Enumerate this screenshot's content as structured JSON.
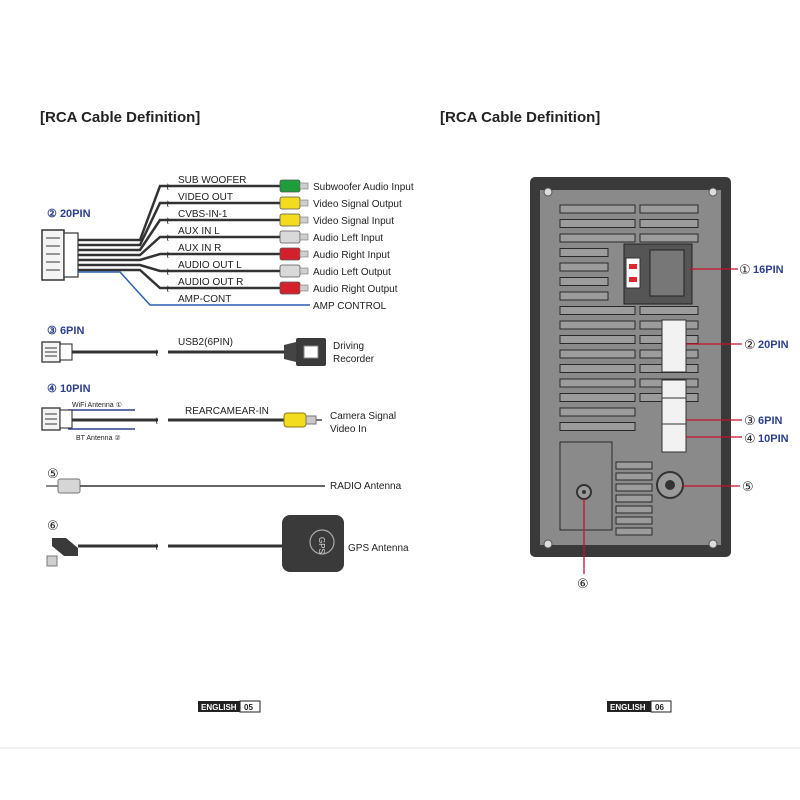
{
  "left_page": {
    "title": "[RCA Cable Definition]",
    "pin20": {
      "marker": "②",
      "label": "20PIN",
      "cables": [
        {
          "name": "SUB WOOFER",
          "desc": "Subwoofer Audio Input",
          "color": "#1e9e3a"
        },
        {
          "name": "VIDEO OUT",
          "desc": "Video Signal Output",
          "color": "#f2dc1d"
        },
        {
          "name": "CVBS-IN-1",
          "desc": "Video Signal Input",
          "color": "#f2dc1d"
        },
        {
          "name": "AUX IN L",
          "desc": "Audio Left Input",
          "color": "#d9d9d9"
        },
        {
          "name": "AUX IN R",
          "desc": "Audio Right Input",
          "color": "#d4202a"
        },
        {
          "name": "AUDIO OUT L",
          "desc": "Audio Left Output",
          "color": "#d9d9d9"
        },
        {
          "name": "AUDIO OUT R",
          "desc": "Audio  Right Output",
          "color": "#d4202a"
        }
      ],
      "amp": {
        "name": "AMP-CONT",
        "desc": "AMP CONTROL"
      }
    },
    "pin6": {
      "marker": "③",
      "label": "6PIN",
      "cable": "USB2(6PIN)",
      "desc_line1": "Driving",
      "desc_line2": "Recorder"
    },
    "pin10": {
      "marker": "④",
      "label": "10PIN",
      "wifi": "WiFi Antenna ①",
      "bt": "BT Antenna ②",
      "cable": "REARCAMEAR-IN",
      "desc_line1": "Camera Signal",
      "desc_line2": "Video In"
    },
    "radio": {
      "marker": "⑤",
      "desc": "RADIO Antenna"
    },
    "gps": {
      "marker": "⑥",
      "desc": "GPS Antenna",
      "module_text": "GPS"
    },
    "footer": {
      "lang": "ENGLISH",
      "page": "05"
    }
  },
  "right_page": {
    "title": "[RCA Cable Definition]",
    "callouts": [
      {
        "marker": "①",
        "label": "16PIN"
      },
      {
        "marker": "②",
        "label": "20PIN"
      },
      {
        "marker": "③",
        "label": "6PIN"
      },
      {
        "marker": "④",
        "label": "10PIN"
      },
      {
        "marker": "⑤",
        "label": ""
      },
      {
        "marker": "⑥",
        "label": ""
      }
    ],
    "footer": {
      "lang": "ENGLISH",
      "page": "06"
    }
  },
  "colors": {
    "pin_label": "#2c3e8f",
    "cable": "#333333",
    "unit_body": "#8a8a8a",
    "unit_frame": "#3a3a3a"
  }
}
